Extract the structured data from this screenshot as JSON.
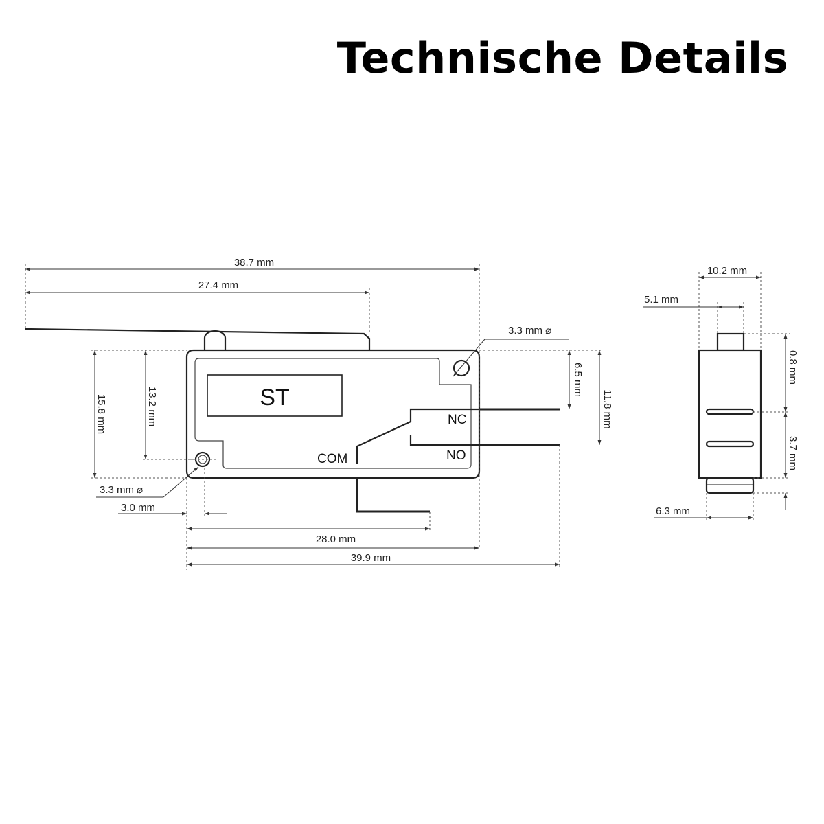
{
  "title": "Technische Details",
  "front_view": {
    "label": "ST",
    "terminals": {
      "nc": "NC",
      "no": "NO",
      "com": "COM"
    },
    "dimensions": {
      "overall_with_lever": "38.7 mm",
      "lever_to_roller": "27.4 mm",
      "top_hole": "3.3 mm ⌀",
      "bottom_hole": "3.3 mm ⌀",
      "hole_offset": "3.0 mm",
      "body_height": "15.8 mm",
      "hole_height": "13.2 mm",
      "nc_offset": "6.5 mm",
      "no_offset": "11.8 mm",
      "com_pin": "28.0 mm",
      "overall_length": "39.9 mm"
    }
  },
  "side_view": {
    "dimensions": {
      "width": "10.2 mm",
      "actuator_width": "5.1 mm",
      "actuator_height": "0.8 mm",
      "terminal_pitch": "3.7 mm",
      "terminal_width": "6.3 mm"
    }
  }
}
